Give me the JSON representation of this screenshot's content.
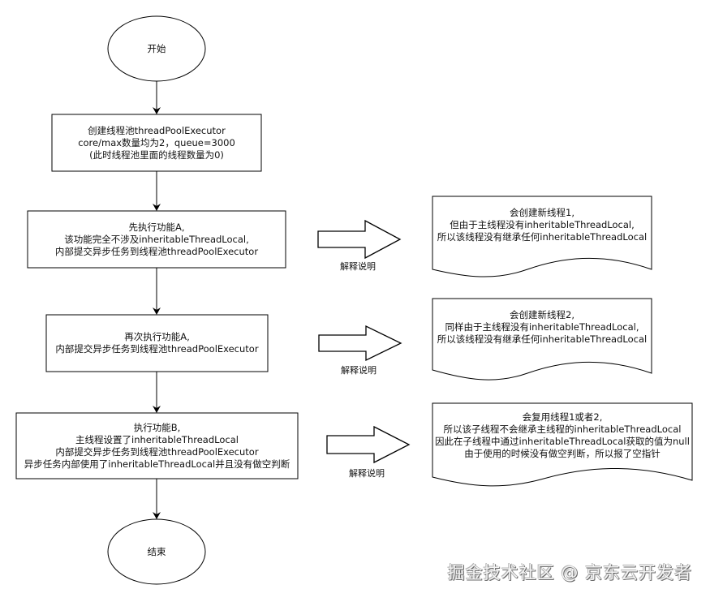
{
  "flowchart": {
    "start": {
      "label": "开始"
    },
    "steps": [
      {
        "lines": [
          "创建线程池threadPoolExecutor",
          "core/max数量均为2，queue=3000",
          "(此时线程池里面的线程数量为0)"
        ]
      },
      {
        "lines": [
          "先执行功能A,",
          "该功能完全不涉及inheritableThreadLocal,",
          "内部提交异步任务到线程池threadPoolExecutor"
        ]
      },
      {
        "lines": [
          "再次执行功能A,",
          "内部提交异步任务到线程池threadPoolExecutor"
        ]
      },
      {
        "lines": [
          "执行功能B,",
          "主线程设置了inheritableThreadLocal",
          "内部提交异步任务到线程池threadPoolExecutor",
          "异步任务内部使用了inheritableThreadLocal并且没有做空判断"
        ]
      }
    ],
    "end": {
      "label": "结束"
    },
    "explanations": [
      {
        "arrow_label": "解释说明",
        "lines": [
          "会创建新线程1,",
          "但由于主线程没有inheritableThreadLocal,",
          "所以该线程没有继承任何inheritableThreadLocal"
        ]
      },
      {
        "arrow_label": "解释说明",
        "lines": [
          "会创建新线程2,",
          "同样由于主线程没有inheritableThreadLocal,",
          "所以该线程没有继承任何inheritableThreadLocal"
        ]
      },
      {
        "arrow_label": "解释说明",
        "lines": [
          "会复用线程1或者2,",
          "所以该子线程不会继承主线程的inheritableThreadLocal",
          "因此在子线程中通过inheritableThreadLocal获取的值为null",
          "由于使用的时候没有做空判断，所以报了空指针"
        ]
      }
    ]
  },
  "watermark": "掘金技术社区 @ 京东云开发者",
  "colors": {
    "stroke": "#000000",
    "fill": "#ffffff",
    "text": "#111111"
  }
}
